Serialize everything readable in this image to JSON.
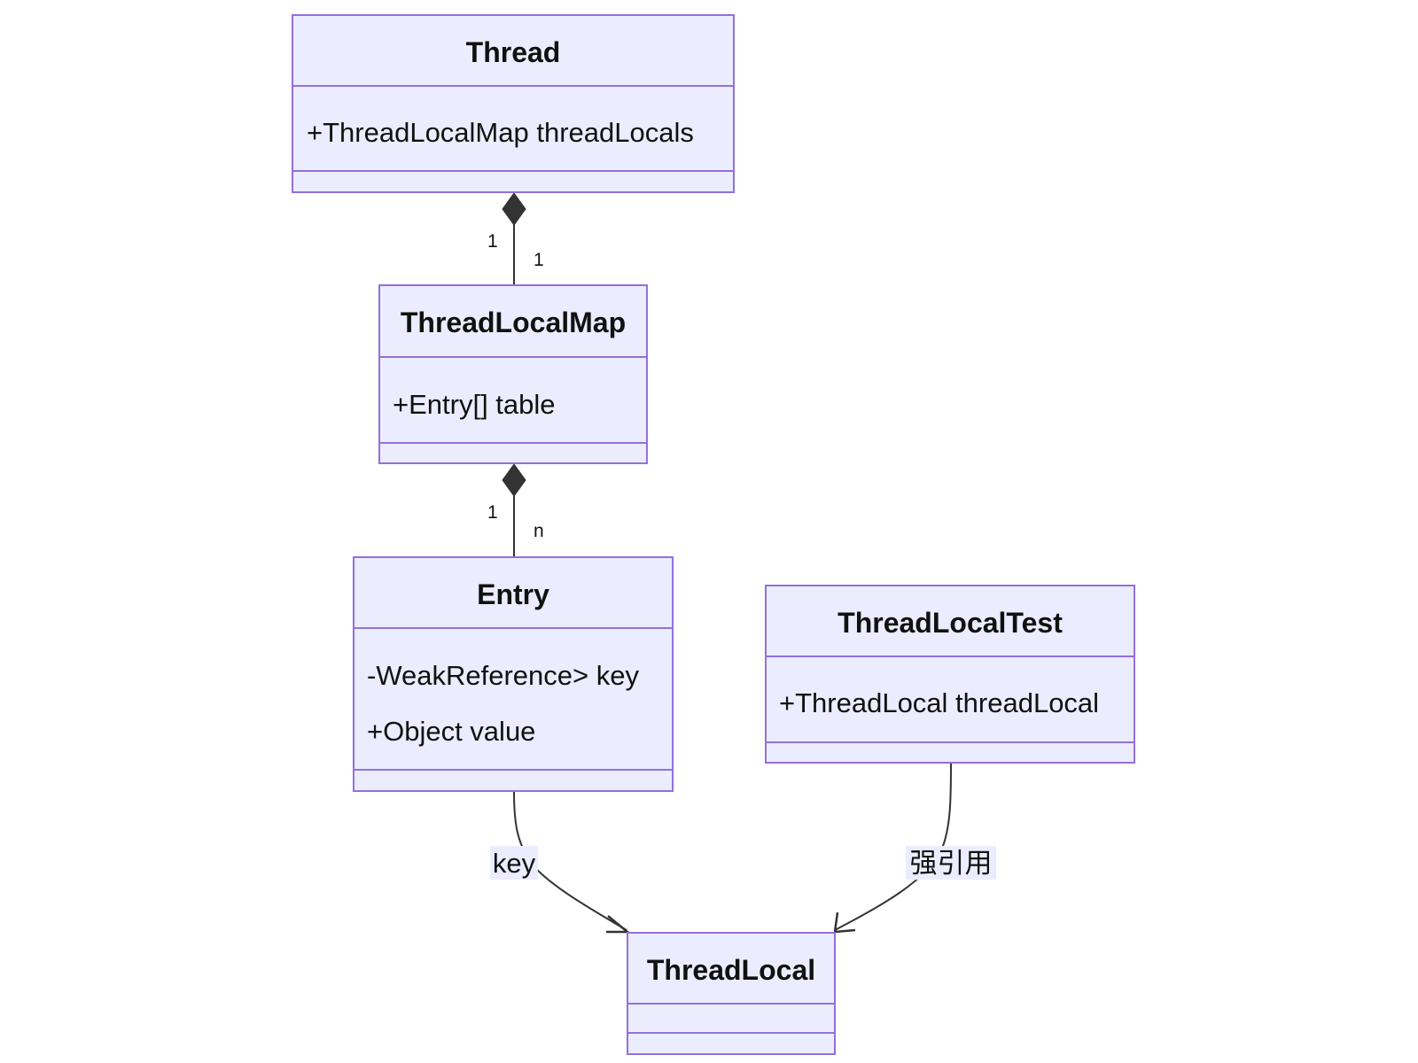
{
  "classes": {
    "thread": {
      "name": "Thread",
      "members": [
        "+ThreadLocalMap threadLocals"
      ]
    },
    "threadlocalmap": {
      "name": "ThreadLocalMap",
      "members": [
        "+Entry[] table"
      ]
    },
    "entry": {
      "name": "Entry",
      "members": [
        "-WeakReference> key",
        "+Object value"
      ]
    },
    "threadlocaltest": {
      "name": "ThreadLocalTest",
      "members": [
        "+ThreadLocal threadLocal"
      ]
    },
    "threadlocal": {
      "name": "ThreadLocal",
      "members": []
    }
  },
  "relations": {
    "thread_map": {
      "type": "composition",
      "from": "Thread",
      "to": "ThreadLocalMap",
      "from_card": "1",
      "to_card": "1"
    },
    "map_entry": {
      "type": "composition",
      "from": "ThreadLocalMap",
      "to": "Entry",
      "from_card": "1",
      "to_card": "n"
    },
    "entry_tl": {
      "type": "association",
      "from": "Entry",
      "to": "ThreadLocal",
      "label": "key"
    },
    "test_tl": {
      "type": "association",
      "from": "ThreadLocalTest",
      "to": "ThreadLocal",
      "label": "强引用"
    }
  },
  "colors": {
    "box_fill": "#ECECFF",
    "box_stroke": "#9370DB",
    "edge": "#333333",
    "text": "#111111"
  }
}
